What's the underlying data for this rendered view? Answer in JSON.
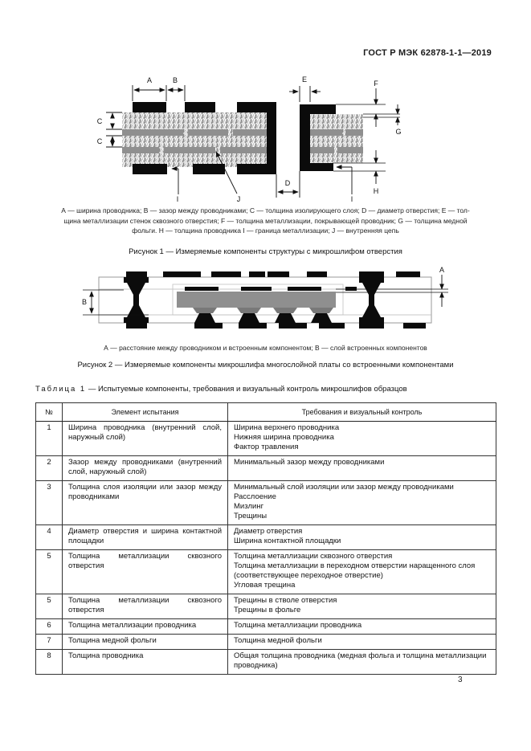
{
  "page": {
    "header": "ГОСТ Р МЭК 62878-1-1—2019",
    "page_number": "3"
  },
  "figures": {
    "fig1": {
      "labels": {
        "A": "A",
        "B": "B",
        "C": "C",
        "D": "D",
        "E": "E",
        "F": "F",
        "G": "G",
        "H": "H",
        "I": "I",
        "J": "J"
      },
      "legend": "А — ширина проводника; В — зазор между проводниками; С — толщина изолирующего слоя; D — диаметр отверстия; Е — тол-\nщина металлизации стенок сквозного отверстия; F — толщина металлизации, покрывающей проводник; G — толщина медной\nфольги. Н — толщина проводника I — граница металлизации; J — внутренняя цепь",
      "caption": "Рисунок 1 — Измеряемые компоненты структуры с микрошлифом отверстия"
    },
    "fig2": {
      "labels": {
        "A": "A",
        "B": "B"
      },
      "legend": "А — расстояние между проводником и встроенным компонентом; В — слой встроенных компонентов",
      "caption": "Рисунок 2 — Измеряемые компоненты микрошлифа многослойной платы со встроенными компонентами"
    }
  },
  "table": {
    "title_label": "Таблица 1",
    "title_text": "— Испытуемые компоненты, требования и визуальный контроль микрошлифов образцов",
    "headers": [
      "№",
      "Элемент испытания",
      "Требования и визуальный контроль"
    ],
    "rows": [
      {
        "num": "1",
        "element": "Ширина проводника (внутренний слой, наружный слой)",
        "control": "Ширина верхнего проводника\nНижняя ширина проводника\nФактор травления"
      },
      {
        "num": "2",
        "element": "Зазор между проводниками (внутренний слой, наружный слой)",
        "control": "Минимальный зазор между проводниками"
      },
      {
        "num": "3",
        "element": "Толщина слоя изоляции или зазор между проводниками",
        "control": "Минимальный слой изоляции или зазор между проводниками\nРасслоение\nМизлинг\nТрещины"
      },
      {
        "num": "4",
        "element": "Диаметр отверстия и ширина контактной площадки",
        "control": "Диаметр отверстия\nШирина контактной площадки"
      },
      {
        "num": "5",
        "element": "Толщина металлизации сквозного отверстия",
        "control": "Толщина металлизации сквозного отверстия\nТолщина металлизации в переходном отверстии наращенного слоя (соответствующее переходное отверстие)\nУгловая трещина"
      },
      {
        "num": "5",
        "element": "Толщина металлизации сквозного отверстия",
        "control": "Трещины в стволе отверстия\nТрещины в фольге"
      },
      {
        "num": "6",
        "element": "Толщина металлизации проводника",
        "control": "Толщина металлизации проводника"
      },
      {
        "num": "7",
        "element": "Толщина медной фольги",
        "control": "Толщина медной фольги"
      },
      {
        "num": "8",
        "element": "Толщина проводника",
        "control": "Общая толщина проводника (медная фольга и толщина металлизации проводника)"
      }
    ]
  },
  "colors": {
    "black": "#0b0b0b",
    "insulation_gray": "#c6c6c6",
    "inner_conductor_gray": "#8f8f8f",
    "component_gray": "#8f8f8f"
  }
}
